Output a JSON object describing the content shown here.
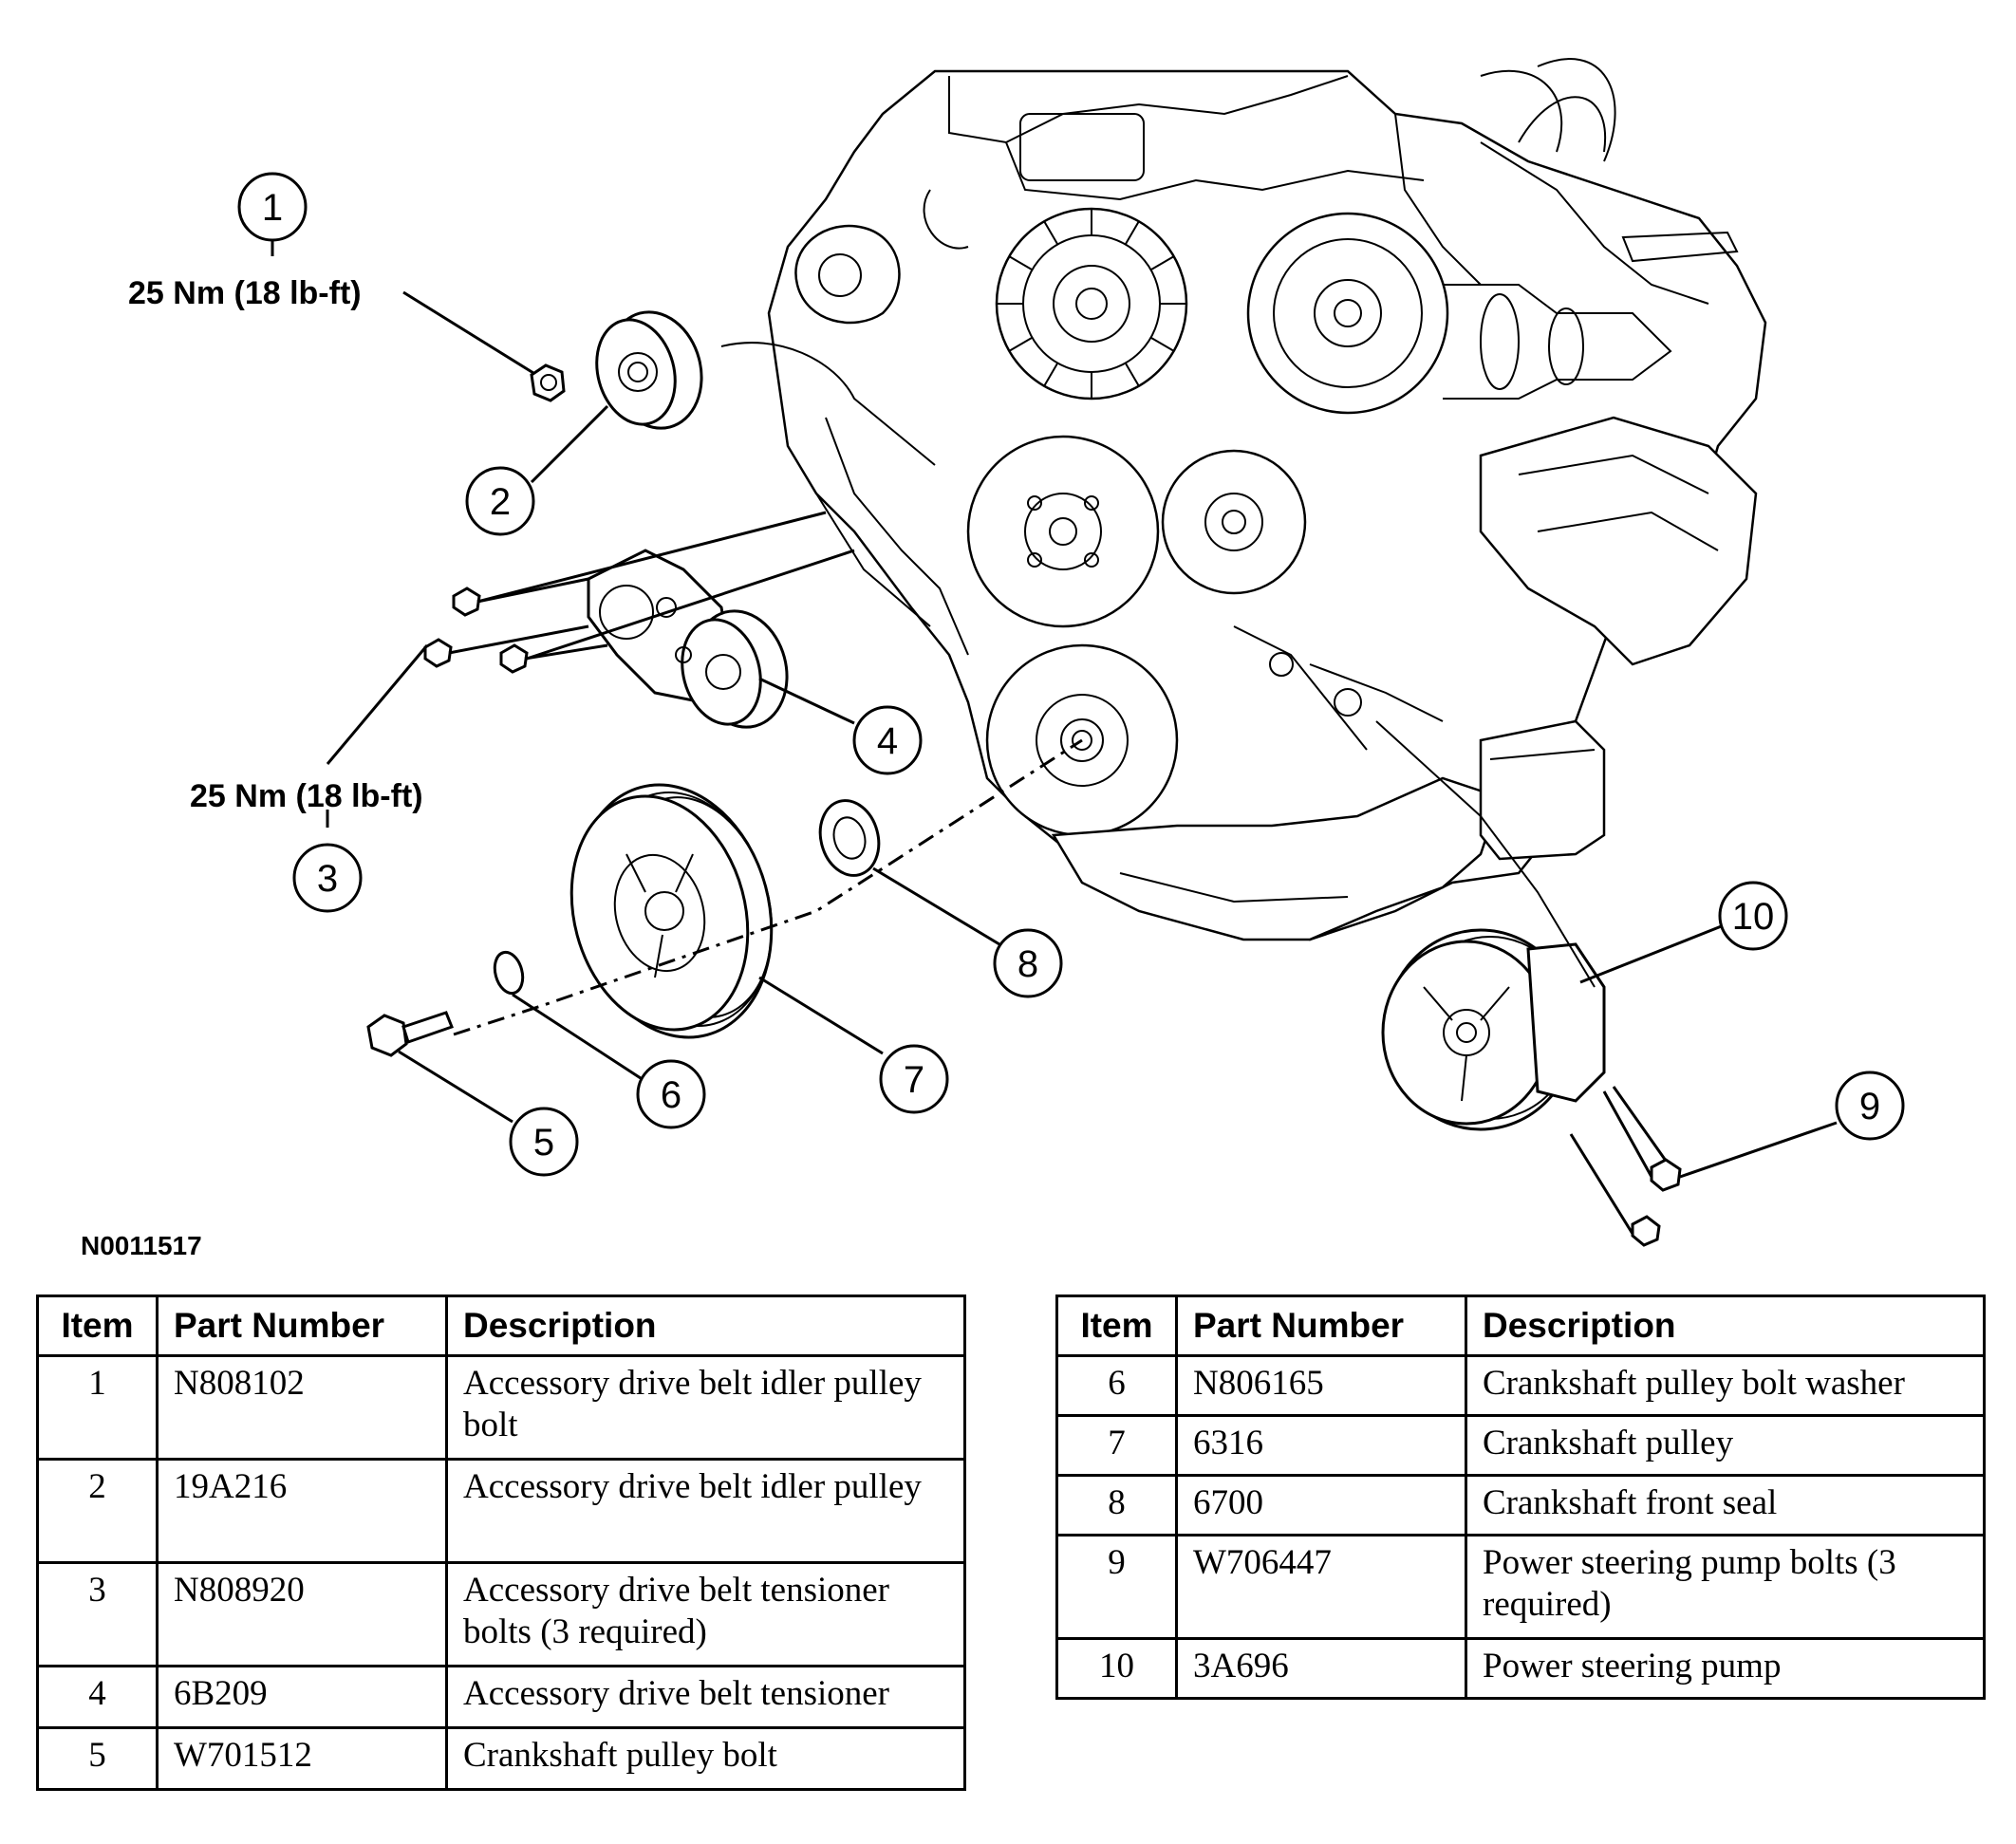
{
  "callouts": [
    "1",
    "2",
    "3",
    "4",
    "5",
    "6",
    "7",
    "8",
    "9",
    "10"
  ],
  "torque_labels": {
    "item1": "25 Nm (18 lb-ft)",
    "item3": "25 Nm (18 lb-ft)"
  },
  "figure_id": "N0011517",
  "table_headers": {
    "item": "Item",
    "part_number": "Part Number",
    "description": "Description"
  },
  "parts_left": [
    {
      "item": "1",
      "part_number": "N808102",
      "description": "Accessory drive belt idler pulley bolt"
    },
    {
      "item": "2",
      "part_number": "19A216",
      "description": "Accessory drive belt idler pulley"
    },
    {
      "item": "3",
      "part_number": "N808920",
      "description": "Accessory drive belt tensioner bolts (3 required)"
    },
    {
      "item": "4",
      "part_number": "6B209",
      "description": "Accessory drive belt tensioner"
    },
    {
      "item": "5",
      "part_number": "W701512",
      "description": "Crankshaft pulley bolt"
    }
  ],
  "parts_right": [
    {
      "item": "6",
      "part_number": "N806165",
      "description": "Crankshaft pulley bolt washer"
    },
    {
      "item": "7",
      "part_number": "6316",
      "description": "Crankshaft pulley"
    },
    {
      "item": "8",
      "part_number": "6700",
      "description": "Crankshaft front seal"
    },
    {
      "item": "9",
      "part_number": "W706447",
      "description": "Power steering pump bolts (3 required)"
    },
    {
      "item": "10",
      "part_number": "3A696",
      "description": "Power steering pump"
    }
  ]
}
